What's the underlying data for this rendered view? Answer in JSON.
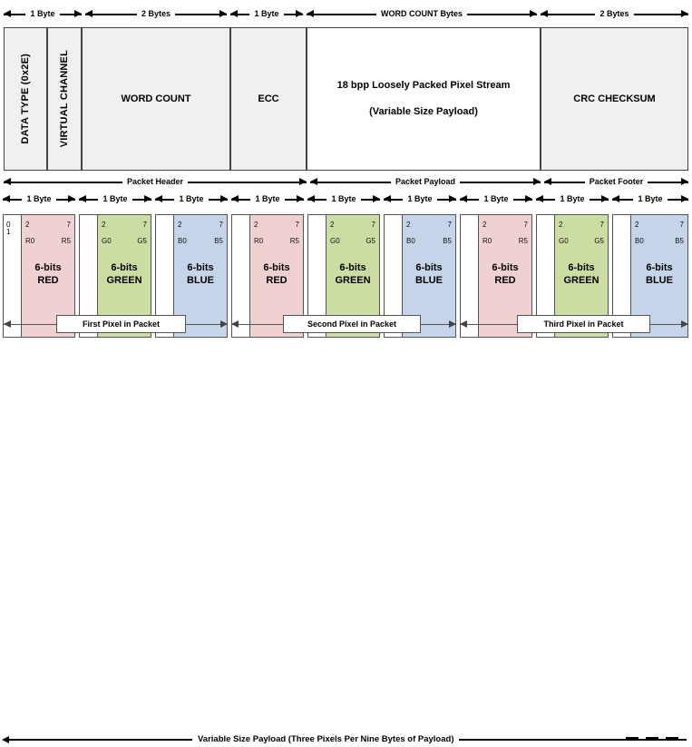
{
  "top_dimensions": [
    {
      "label": "1 Byte"
    },
    {
      "label": "2 Bytes"
    },
    {
      "label": "1 Byte"
    },
    {
      "label": "WORD COUNT Bytes"
    },
    {
      "label": "2  Bytes"
    }
  ],
  "packet_boxes": [
    {
      "name": "data-type",
      "label": "DATA TYPE (0x2E)",
      "orientation": "vertical",
      "fill": "#f0f0f0"
    },
    {
      "name": "virtual-channel",
      "label": "VIRTUAL CHANNEL",
      "orientation": "vertical",
      "fill": "#f0f0f0"
    },
    {
      "name": "word-count",
      "label": "WORD COUNT",
      "orientation": "horizontal",
      "fill": "#f0f0f0"
    },
    {
      "name": "ecc",
      "label": "ECC",
      "orientation": "horizontal",
      "fill": "#f0f0f0"
    },
    {
      "name": "payload",
      "label_line1": "18 bpp Loosely Packed Pixel Stream",
      "label_line2": "(Variable Size Payload)",
      "orientation": "horizontal",
      "fill": "#ffffff"
    },
    {
      "name": "crc-checksum",
      "label": "CRC CHECKSUM",
      "orientation": "horizontal",
      "fill": "#f0f0f0"
    }
  ],
  "section_dimensions": [
    {
      "label": "Packet Header"
    },
    {
      "label": "Packet Payload"
    },
    {
      "label": "Packet Footer"
    }
  ],
  "byte_dimension_label": "1 Byte",
  "byte_dimension_count": 9,
  "first_cell_bits": "0 1",
  "bytes": [
    {
      "name": "byte-red-1",
      "color_key": "red",
      "bit_start": "2",
      "bit_end": "7",
      "data_start": "R0",
      "data_end": "R5",
      "label_line1": "6-bits",
      "label_line2": "RED",
      "show_bits01": true
    },
    {
      "name": "byte-green-1",
      "color_key": "green",
      "bit_start": "2",
      "bit_end": "7",
      "data_start": "G0",
      "data_end": "G5",
      "label_line1": "6-bits",
      "label_line2": "GREEN",
      "show_bits01": false
    },
    {
      "name": "byte-blue-1",
      "color_key": "blue",
      "bit_start": "2",
      "bit_end": "7",
      "data_start": "B0",
      "data_end": "B5",
      "label_line1": "6-bits",
      "label_line2": "BLUE",
      "show_bits01": false
    },
    {
      "name": "byte-red-2",
      "color_key": "red",
      "bit_start": "2",
      "bit_end": "7",
      "data_start": "R0",
      "data_end": "R5",
      "label_line1": "6-bits",
      "label_line2": "RED",
      "show_bits01": false
    },
    {
      "name": "byte-green-2",
      "color_key": "green",
      "bit_start": "2",
      "bit_end": "7",
      "data_start": "G0",
      "data_end": "G5",
      "label_line1": "6-bits",
      "label_line2": "GREEN",
      "show_bits01": false
    },
    {
      "name": "byte-blue-2",
      "color_key": "blue",
      "bit_start": "2",
      "bit_end": "7",
      "data_start": "B0",
      "data_end": "B5",
      "label_line1": "6-bits",
      "label_line2": "BLUE",
      "show_bits01": false
    },
    {
      "name": "byte-red-3",
      "color_key": "red",
      "bit_start": "2",
      "bit_end": "7",
      "data_start": "R0",
      "data_end": "R5",
      "label_line1": "6-bits",
      "label_line2": "RED",
      "show_bits01": false
    },
    {
      "name": "byte-green-3",
      "color_key": "green",
      "bit_start": "2",
      "bit_end": "7",
      "data_start": "G0",
      "data_end": "G5",
      "label_line1": "6-bits",
      "label_line2": "GREEN",
      "show_bits01": false
    },
    {
      "name": "byte-blue-3",
      "color_key": "blue",
      "bit_start": "2",
      "bit_end": "7",
      "data_start": "B0",
      "data_end": "B5",
      "label_line1": "6-bits",
      "label_line2": "BLUE",
      "show_bits01": false
    }
  ],
  "pixel_spans": [
    {
      "label": "First Pixel in Packet"
    },
    {
      "label": "Second Pixel in Packet"
    },
    {
      "label": "Third Pixel in Packet"
    }
  ],
  "bottom_caption": "Variable Size Payload (Three Pixels Per Nine Bytes of Payload)",
  "colors": {
    "red": "#efd1d1",
    "green": "#cbdda3",
    "blue": "#c5d4e8",
    "header_fill": "#f0f0f0",
    "payload_fill": "#ffffff",
    "border": "#444444",
    "arrow": "#000000"
  }
}
